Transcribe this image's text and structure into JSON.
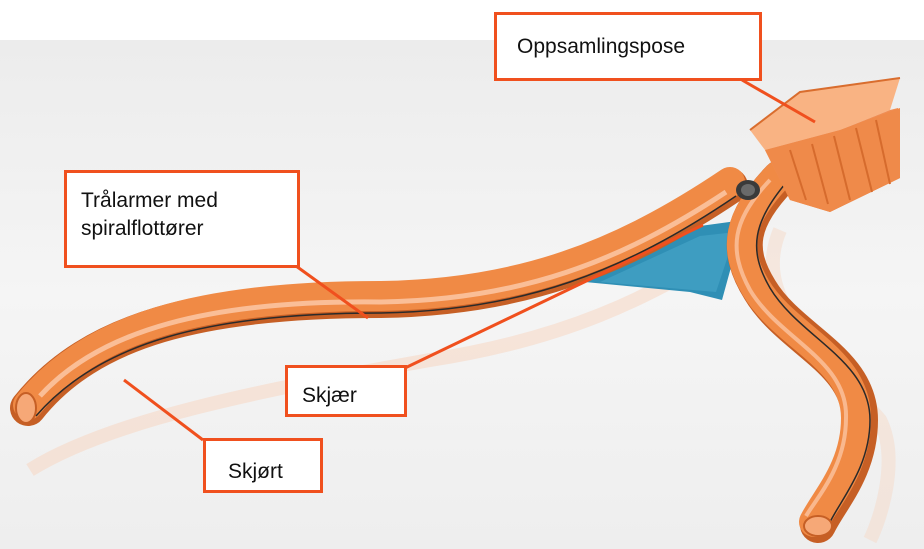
{
  "labels": {
    "collection_bag": "Oppsamlingspose",
    "trawl_arms_line1": "Trålarmer med",
    "trawl_arms_line2": "spiralflottører",
    "cutter": "Skjær",
    "skirt": "Skjørt"
  },
  "colors": {
    "boom_orange": "#f08a45",
    "callout_border": "#f0501e",
    "cutter_blue": "#2f8fb5",
    "floor_grey": "#e8e8e8"
  }
}
